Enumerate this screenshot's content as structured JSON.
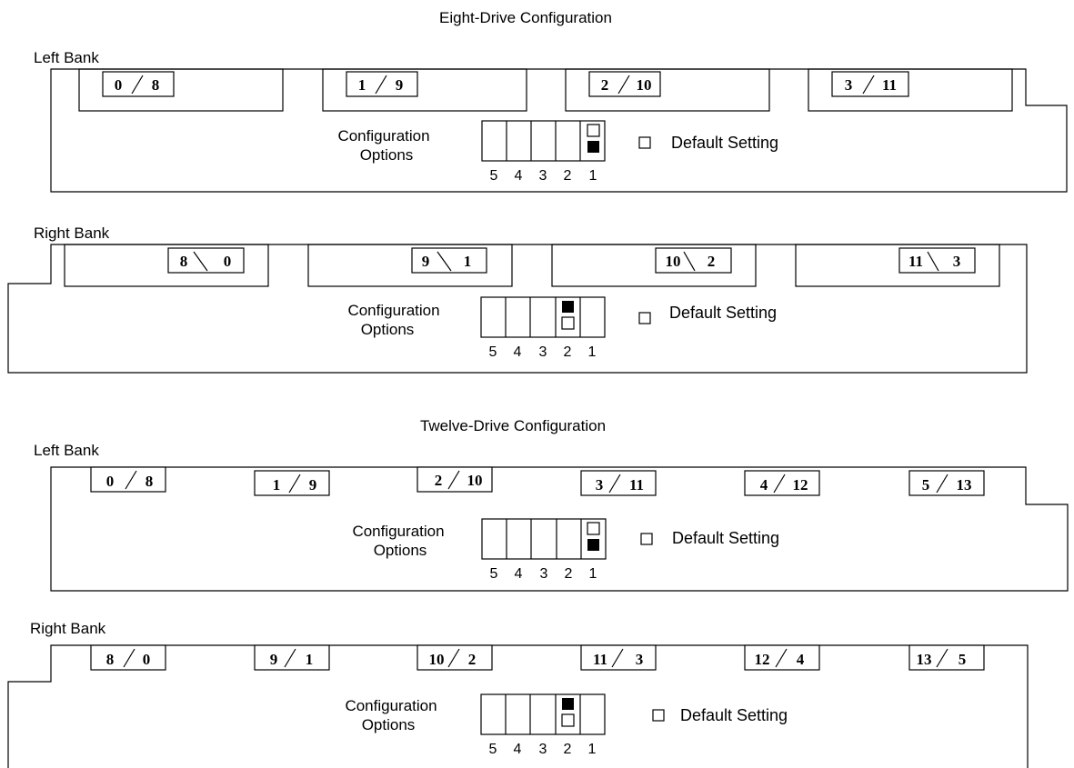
{
  "sections": [
    {
      "title": "Eight-Drive Configuration",
      "banks": [
        {
          "label": "Left Bank",
          "slots": [
            "0",
            "8",
            "1",
            "9",
            "2",
            "10",
            "3",
            "11"
          ],
          "options_label_1": "Configuration",
          "options_label_2": "Options",
          "switch_numbers": [
            "5",
            "4",
            "3",
            "2",
            "1"
          ],
          "default_label": "Default Setting"
        },
        {
          "label": "Right Bank",
          "slots": [
            "8",
            "0",
            "9",
            "1",
            "10",
            "2",
            "11",
            "3"
          ],
          "options_label_1": "Configuration",
          "options_label_2": "Options",
          "switch_numbers": [
            "5",
            "4",
            "3",
            "2",
            "1"
          ],
          "default_label": "Default Setting"
        }
      ]
    },
    {
      "title": "Twelve-Drive Configuration",
      "banks": [
        {
          "label": "Left Bank",
          "slots": [
            "0",
            "8",
            "1",
            "9",
            "2",
            "10",
            "3",
            "11",
            "4",
            "12",
            "5",
            "13"
          ],
          "options_label_1": "Configuration",
          "options_label_2": "Options",
          "switch_numbers": [
            "5",
            "4",
            "3",
            "2",
            "1"
          ],
          "default_label": "Default Setting"
        },
        {
          "label": "Right Bank",
          "slots": [
            "8",
            "0",
            "9",
            "1",
            "10",
            "2",
            "11",
            "3",
            "12",
            "4",
            "13",
            "5"
          ],
          "options_label_1": "Configuration",
          "options_label_2": "Options",
          "switch_numbers": [
            "5",
            "4",
            "3",
            "2",
            "1"
          ],
          "default_label": "Default Setting"
        }
      ]
    }
  ]
}
